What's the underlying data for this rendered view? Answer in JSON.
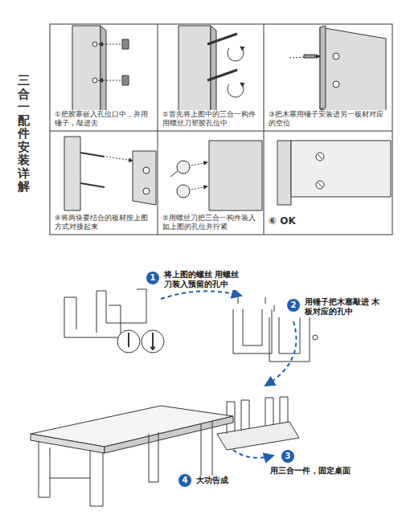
{
  "diagram": {
    "title": "三合一配件安装详解",
    "nodes": [
      {
        "text": [
          "①把胶塞嵌入孔位口中，并用锤子，敲进去"
        ]
      },
      {
        "text": [
          "②首先将上图中的三合一构件用螺丝刀塑胶孔位中"
        ]
      },
      {
        "text": [
          "③把木塞用锤子安装进另一板材对应的空位"
        ]
      },
      {
        "text": [
          "④将两块要结合的板材按上图方式对接起来"
        ]
      },
      {
        "text": [
          "⑤用螺丝刀把三合一构件装入如上图的孔位并拧紧"
        ]
      },
      {
        "text": [
          "⑥ OK"
        ]
      },
      {
        "text": [
          "1",
          "将上图的螺丝 用螺丝刀装入预留的孔中"
        ]
      },
      {
        "text": [
          "2",
          "用锤子把木塞敲进 木板对应的孔中"
        ]
      },
      {
        "text": [
          "3",
          "用三合一件，固定桌面"
        ]
      },
      {
        "text": [
          "4",
          "大功告成"
        ]
      }
    ]
  }
}
